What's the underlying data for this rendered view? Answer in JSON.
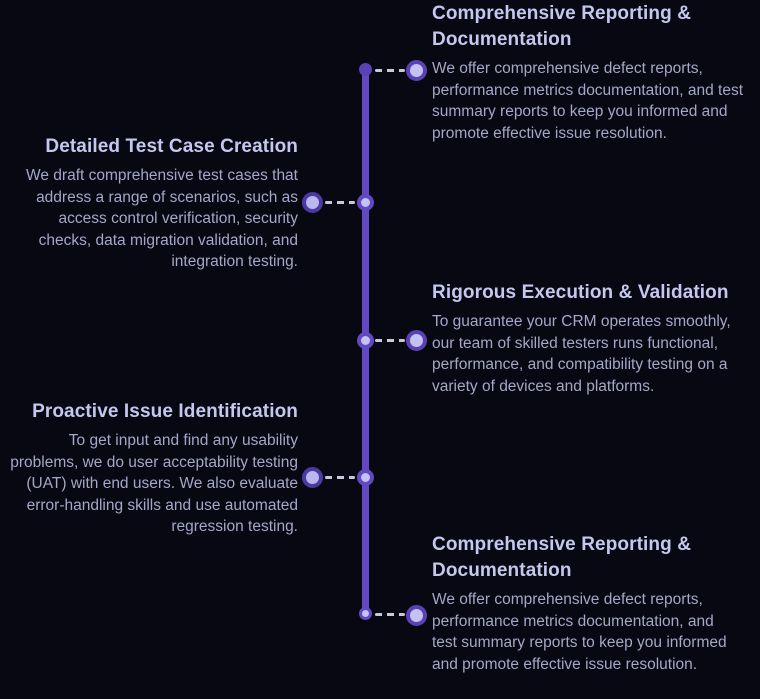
{
  "diagram_type": "vertical-timeline",
  "colors": {
    "background": "#080813",
    "line": "#6348c4",
    "node_fill": "#c3c2f0",
    "node_ring": "#5a42b4",
    "left_node_ring": "#4c39a4",
    "dash": "#c9c9dc",
    "heading_text": "#c6c7ee",
    "body_text": "#a5a7c8"
  },
  "items": [
    {
      "side": "right",
      "title": "Comprehensive Reporting & Documentation",
      "body": "We offer comprehensive defect reports, performance metrics documentation, and test summary reports to keep you informed and promote effective issue resolution."
    },
    {
      "side": "left",
      "title": "Detailed Test Case Creation",
      "body": "We draft comprehensive test cases that address a range of scenarios, such as access control verification, security checks, data migration validation, and integration testing."
    },
    {
      "side": "right",
      "title": "Rigorous Execution & Validation",
      "body": "To guarantee your CRM operates smoothly, our team of skilled testers runs functional, performance, and compatibility testing on a variety of devices and platforms."
    },
    {
      "side": "left",
      "title": "Proactive Issue Identification",
      "body": "To get input and find any usability problems, we do user acceptability testing (UAT) with end users. We also evaluate error-handling skills and use automated regression testing."
    },
    {
      "side": "right",
      "title": "Comprehensive Reporting & Documentation",
      "body": "We offer comprehensive defect reports, performance metrics documentation, and test summary reports to keep you informed and promote effective issue resolution."
    }
  ]
}
